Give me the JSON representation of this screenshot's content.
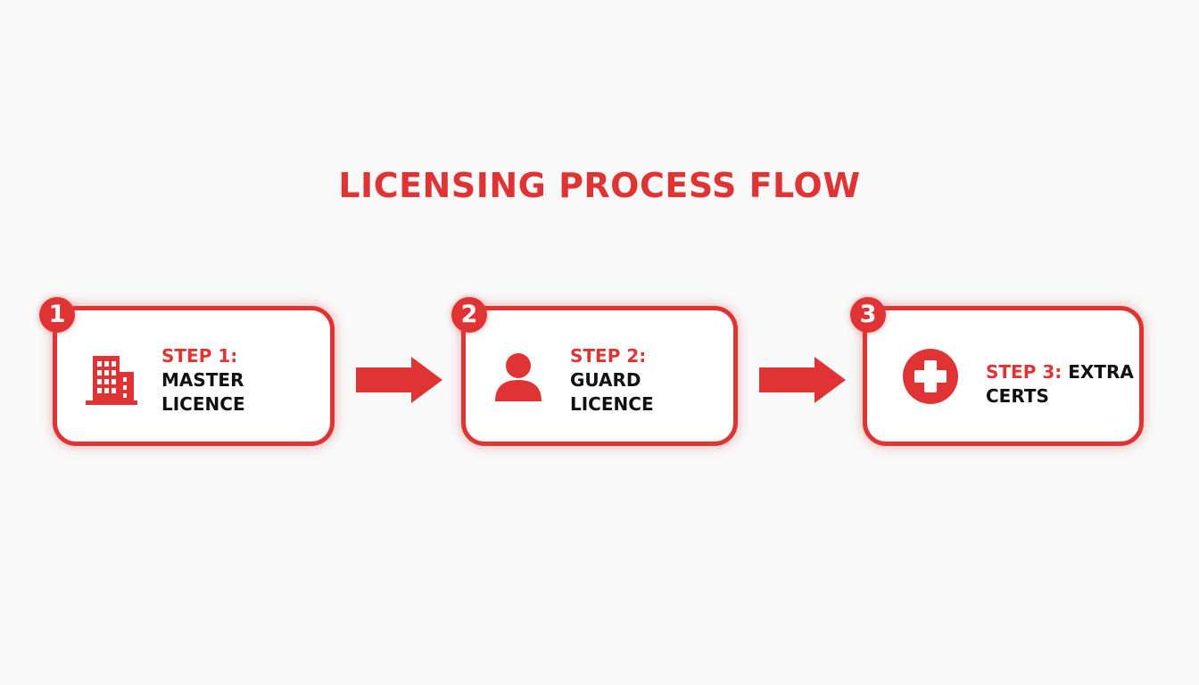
{
  "title": "LICENSING PROCESS FLOW",
  "colors": {
    "accent": "#e03434",
    "background": "#f9f9f9",
    "card": "#ffffff",
    "text": "#111111"
  },
  "steps": [
    {
      "number": "1",
      "prefix": "STEP 1:",
      "line1": "MASTER",
      "line2": "LICENCE",
      "icon": "building-icon"
    },
    {
      "number": "2",
      "prefix": "STEP 2:",
      "line1": "GUARD",
      "line2": "LICENCE",
      "icon": "person-icon"
    },
    {
      "number": "3",
      "prefix": "STEP 3:",
      "line1": " EXTRA",
      "line2": "CERTS",
      "icon": "medical-cross-icon"
    }
  ],
  "connectors": [
    {
      "from": "1",
      "to": "2",
      "icon": "arrow-right-icon"
    },
    {
      "from": "2",
      "to": "3",
      "icon": "arrow-right-icon"
    }
  ]
}
